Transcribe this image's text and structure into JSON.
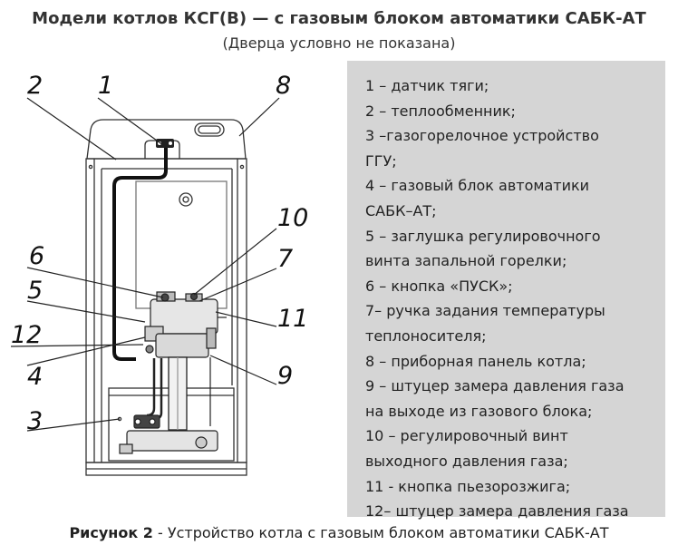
{
  "header": {
    "title": "Модели котлов КСГ(В) — с газовым блоком автоматики САБК-АТ",
    "subtitle": "(Дверца условно не показана)"
  },
  "callouts": [
    "2",
    "1",
    "8",
    "10",
    "6",
    "7",
    "5",
    "11",
    "12",
    "4",
    "9",
    "3"
  ],
  "legend": {
    "items": [
      "1 – датчик тяги;",
      "2 – теплообменник;",
      "3 –газогорелочное устройство",
      "ГГУ;",
      "4 – газовый блок автоматики",
      "САБК–АТ;",
      "5 – заглушка регулировочного",
      "винта запальной горелки;",
      "6 – кнопка «ПУСК»;",
      "7– ручка задания температуры",
      "теплоносителя;",
      "8 – приборная панель котла;",
      "9 – штуцер замера давления газа",
      "на выходе из газового блока;",
      "10 – регулировочный винт",
      "выходного давления газа;",
      "11 - кнопка пьезорозжига;",
      "12– штуцер замера давления газа"
    ]
  },
  "caption": {
    "label": "Рисунок 2",
    "text": " - Устройство котла с газовым блоком автоматики САБК-АТ"
  }
}
